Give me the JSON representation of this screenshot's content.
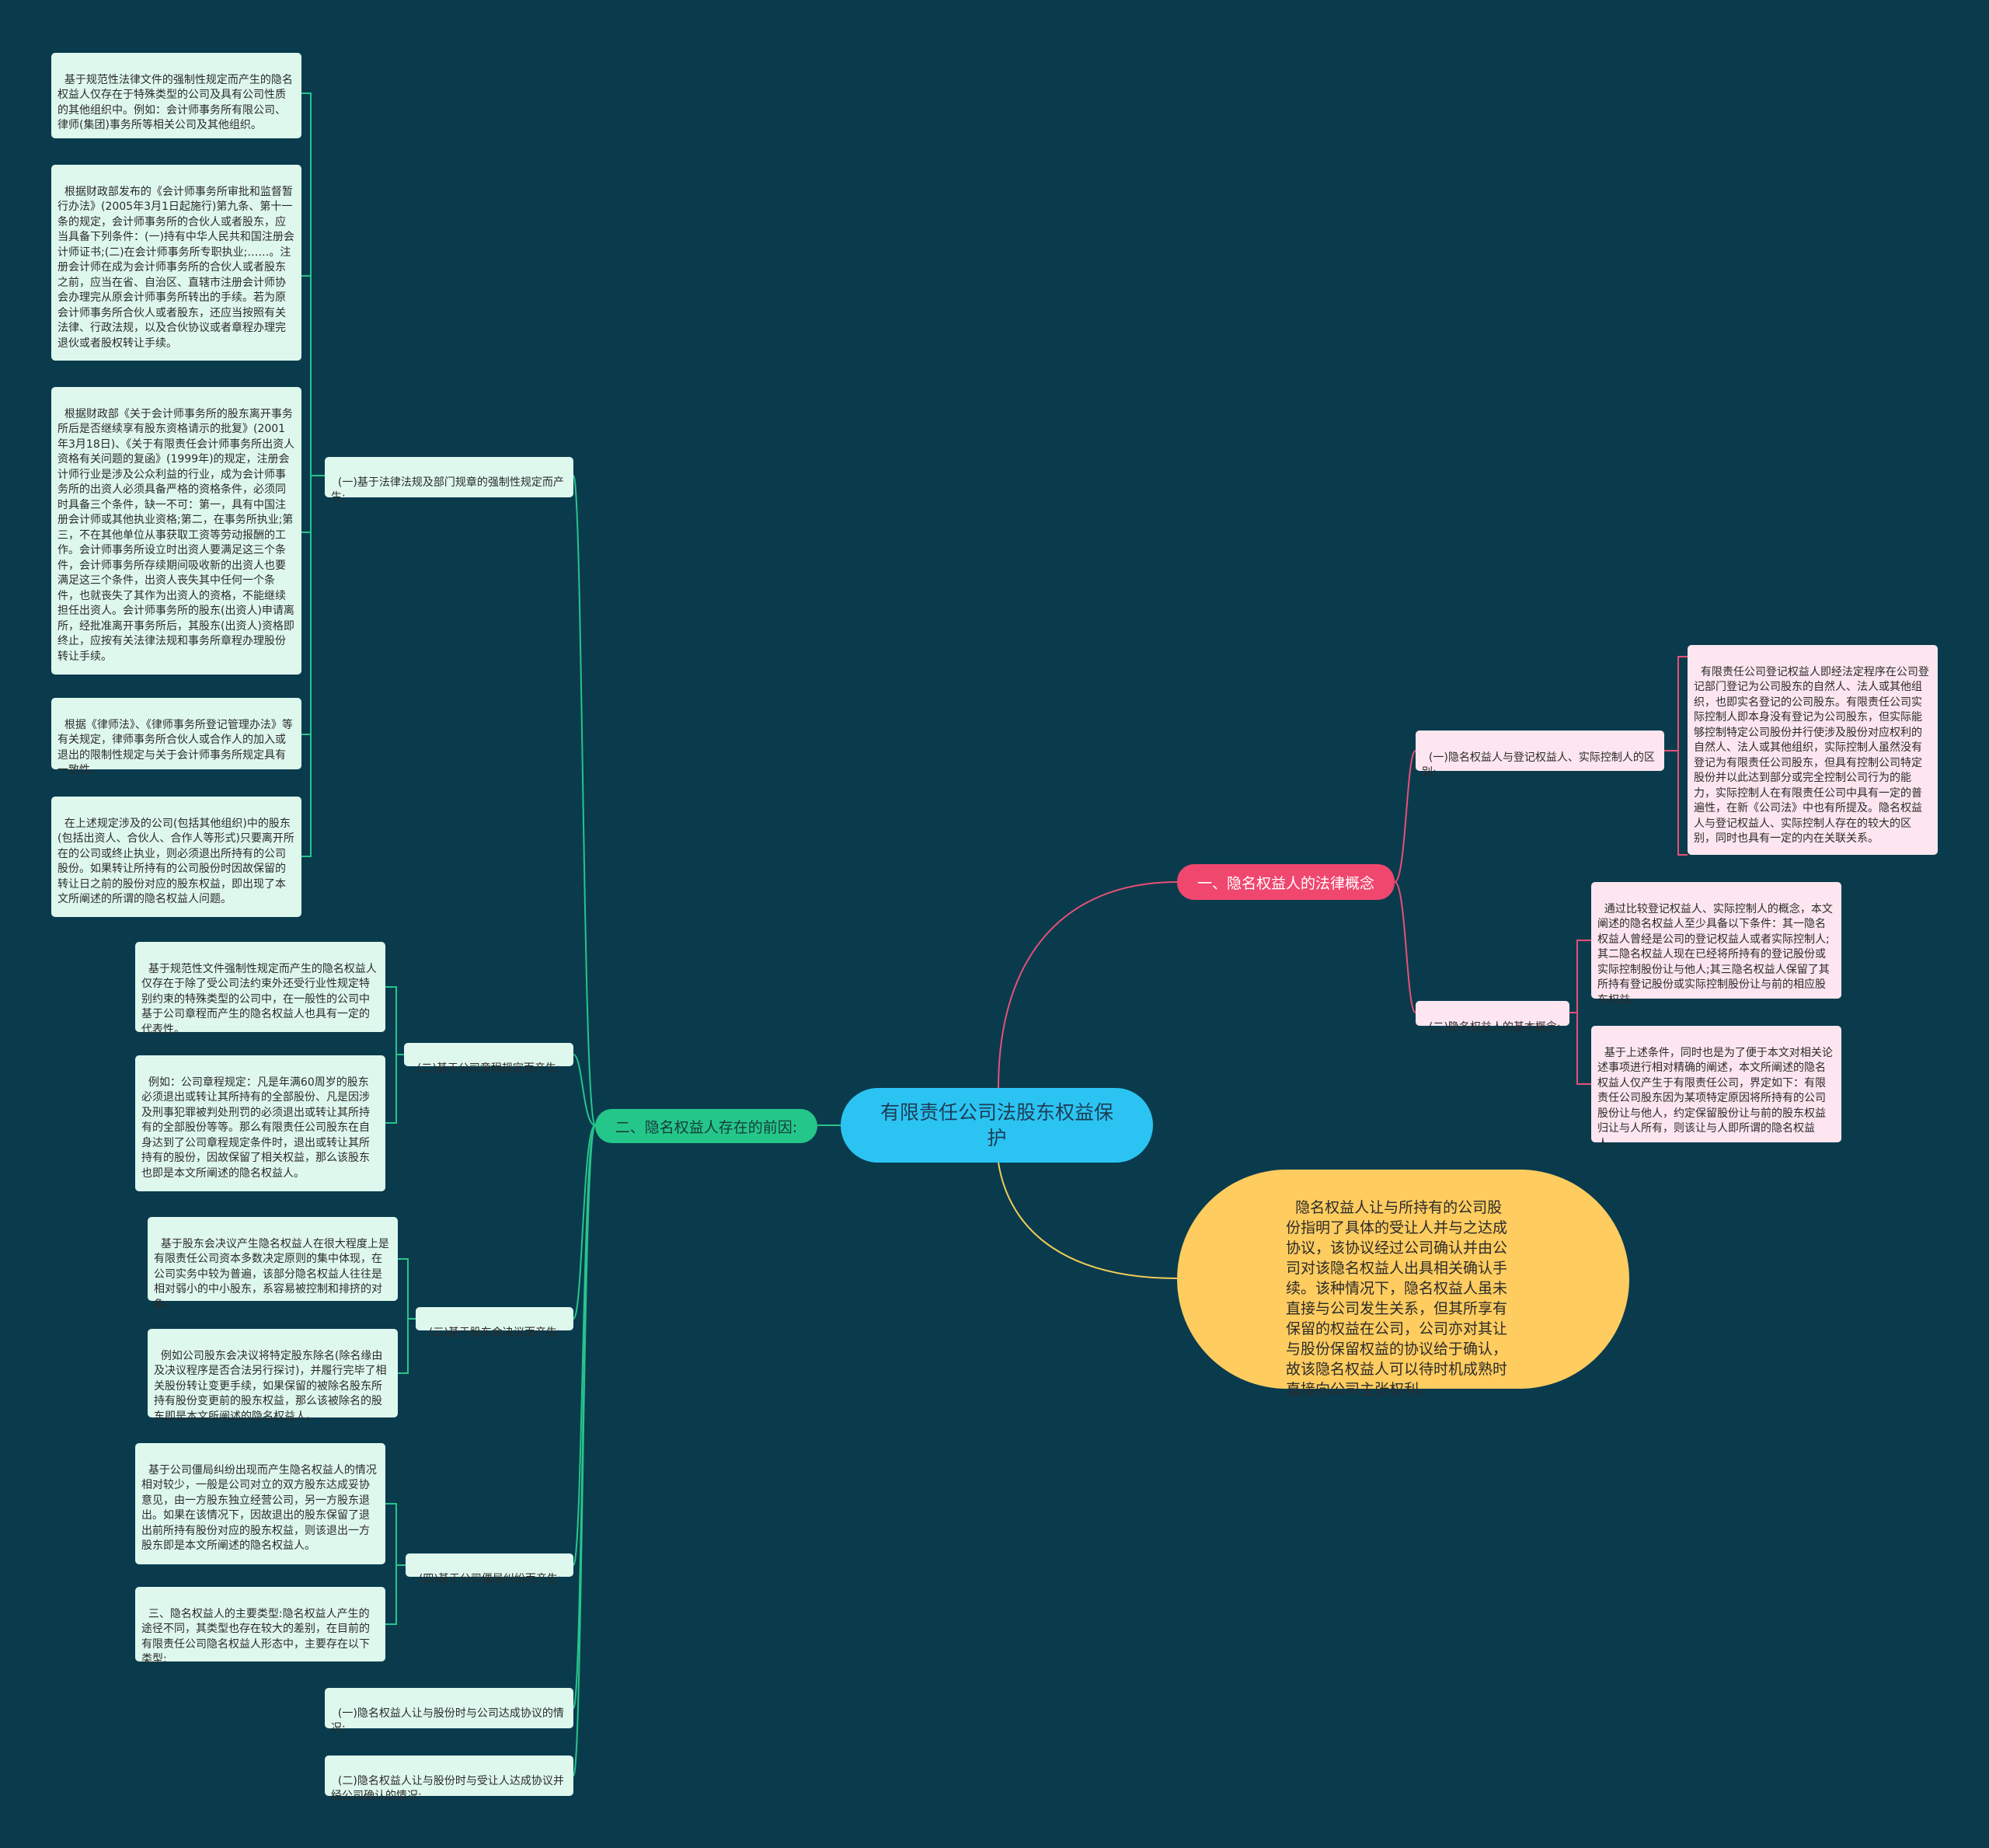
{
  "colors": {
    "background": "#093b4d",
    "root": "#2bc4f2",
    "branch_legal_concept": "#f0476f",
    "branch_preconditions": "#25c68a",
    "summary_oval": "#fecc5f",
    "green_leaf": "#dff8ee",
    "pink_leaf": "#fde6ef"
  },
  "root": {
    "label": "有限责任公司法股东权益保护"
  },
  "branch_concept": {
    "label": "一、隐名权益人的法律概念",
    "sub1": {
      "label": "(一)隐名权益人与登记权益人、实际控制人的区别:",
      "text": "有限责任公司登记权益人即经法定程序在公司登记部门登记为公司股东的自然人、法人或其他组织，也即实名登记的公司股东。有限责任公司实际控制人即本身没有登记为公司股东，但实际能够控制特定公司股份并行使涉及股份对应权利的自然人、法人或其他组织，实际控制人虽然没有登记为有限责任公司股东，但具有控制公司特定股份并以此达到部分或完全控制公司行为的能力，实际控制人在有限责任公司中具有一定的普遍性，在新《公司法》中也有所提及。隐名权益人与登记权益人、实际控制人存在的较大的区别，同时也具有一定的内在关联关系。"
    },
    "sub2": {
      "label": "(二)隐名权益人的基本概念:",
      "text1": "通过比较登记权益人、实际控制人的概念，本文阐述的隐名权益人至少具备以下条件：其一隐名权益人曾经是公司的登记权益人或者实际控制人;其二隐名权益人现在已经将所持有的登记股份或实际控制股份让与他人;其三隐名权益人保留了其所持有登记股份或实际控制股份让与前的相应股东权益。",
      "text2": "基于上述条件，同时也是为了便于本文对相关论述事项进行相对精确的阐述，本文所阐述的隐名权益人仅产生于有限责任公司，界定如下：有限责任公司股东因为某项特定原因将所持有的公司股份让与他人，约定保留股份让与前的股东权益归让与人所有，则该让与人即所谓的隐名权益人。"
    }
  },
  "summary_oval": {
    "text": "隐名权益人让与所持有的公司股份指明了具体的受让人并与之达成协议，该协议经过公司确认并由公司对该隐名权益人出具相关确认手续。该种情况下，隐名权益人虽未直接与公司发生关系，但其所享有保留的权益在公司，公司亦对其让与股份保留权益的协议给于确认，故该隐名权益人可以待时机成熟时直接向公司主张权利。"
  },
  "branch_precond": {
    "label": "二、隐名权益人存在的前因:",
    "sub1": {
      "label": "(一)基于法律法规及部门规章的强制性规定而产生:",
      "leaves": [
        "基于规范性法律文件的强制性规定而产生的隐名权益人仅存在于特殊类型的公司及具有公司性质的其他组织中。例如：会计师事务所有限公司、律师(集团)事务所等相关公司及其他组织。",
        "根据财政部发布的《会计师事务所审批和监督暂行办法》(2005年3月1日起施行)第九条、第十一条的规定，会计师事务所的合伙人或者股东，应当具备下列条件：(一)持有中华人民共和国注册会计师证书;(二)在会计师事务所专职执业;……。注册会计师在成为会计师事务所的合伙人或者股东之前，应当在省、自治区、直辖市注册会计师协会办理完从原会计师事务所转出的手续。若为原会计师事务所合伙人或者股东，还应当按照有关法律、行政法规，以及合伙协议或者章程办理完退伙或者股权转让手续。",
        "根据财政部《关于会计师事务所的股东离开事务所后是否继续享有股东资格请示的批复》(2001年3月18日)、《关于有限责任会计师事务所出资人资格有关问题的复函》(1999年)的规定，注册会计师行业是涉及公众利益的行业，成为会计师事务所的出资人必须具备严格的资格条件，必须同时具备三个条件，缺一不可：第一，具有中国注册会计师或其他执业资格;第二，在事务所执业;第三，不在其他单位从事获取工资等劳动报酬的工作。会计师事务所设立时出资人要满足这三个条件，会计师事务所存续期间吸收新的出资人也要满足这三个条件，出资人丧失其中任何一个条件，也就丧失了其作为出资人的资格，不能继续担任出资人。会计师事务所的股东(出资人)申请离所，经批准离开事务所后，其股东(出资人)资格即终止，应按有关法律法规和事务所章程办理股份转让手续。",
        "根据《律师法》、《律师事务所登记管理办法》等有关规定，律师事务所合伙人或合作人的加入或退出的限制性规定与关于会计师事务所规定具有一致性。",
        "在上述规定涉及的公司(包括其他组织)中的股东(包括出资人、合伙人、合作人等形式)只要离开所在的公司或终止执业，则必须退出所持有的公司股份。如果转让所持有的公司股份时因故保留的转让日之前的股份对应的股东权益，即出现了本文所阐述的所谓的隐名权益人问题。"
      ]
    },
    "sub2": {
      "label": "(二)基于公司章程规定而产生:",
      "leaves": [
        "基于规范性文件强制性规定而产生的隐名权益人仅存在于除了受公司法约束外还受行业性规定特别约束的特殊类型的公司中，在一般性的公司中基于公司章程而产生的隐名权益人也具有一定的代表性。",
        "例如：公司章程规定：凡是年满60周岁的股东必须退出或转让其所持有的全部股份、凡是因涉及刑事犯罪被判处刑罚的必须退出或转让其所持有的全部股份等等。那么有限责任公司股东在自身达到了公司章程规定条件时，退出或转让其所持有的股份，因故保留了相关权益，那么该股东也即是本文所阐述的隐名权益人。"
      ]
    },
    "sub3": {
      "label": "(三)基于股东会决议而产生:",
      "leaves": [
        "基于股东会决议产生隐名权益人在很大程度上是有限责任公司资本多数决定原则的集中体现，在公司实务中较为普遍，该部分隐名权益人往往是相对弱小的中小股东，系容易被控制和排挤的对象。",
        "例如公司股东会决议将特定股东除名(除名缘由及决议程序是否合法另行探讨)，并履行完毕了相关股份转让变更手续，如果保留的被除名股东所持有股份变更前的股东权益，那么该被除名的股东即是本文所阐述的隐名权益人。"
      ]
    },
    "sub4": {
      "label": "(四)基于公司僵局纠纷而产生:",
      "leaves": [
        "基于公司僵局纠纷出现而产生隐名权益人的情况相对较少，一般是公司对立的双方股东达成妥协意见，由一方股东独立经营公司，另一方股东退出。如果在该情况下，因故退出的股东保留了退出前所持有股份对应的股东权益，则该退出一方股东即是本文所阐述的隐名权益人。",
        "三、隐名权益人的主要类型:隐名权益人产生的途径不同，其类型也存在较大的差别，在目前的有限责任公司隐名权益人形态中，主要存在以下类型:"
      ]
    },
    "sub5": {
      "label": "(一)隐名权益人让与股份时与公司达成协议的情况:"
    },
    "sub6": {
      "label": "(二)隐名权益人让与股份时与受让人达成协议并经公司确认的情况:"
    }
  }
}
